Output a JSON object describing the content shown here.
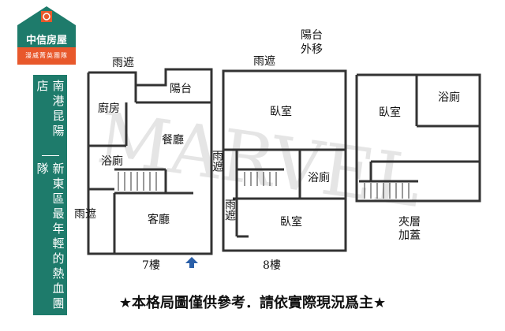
{
  "brand": {
    "name": "中信房屋",
    "team": "漫威菁英團隊",
    "store": "南港昆陽店",
    "slogan": "新東區最年輕的熱血團隊",
    "teal": "#1e7b6b",
    "orange": "#e8582b"
  },
  "watermark": "MARVEL",
  "floor7": {
    "title": "7樓",
    "rooms": {
      "canopy_top": "雨遮",
      "balcony": "陽台",
      "kitchen": "廚房",
      "dining": "餐廳",
      "bathroom": "浴廁",
      "canopy_left": "雨遮",
      "living": "客廳"
    },
    "entrance_icon": "arrow-up-icon"
  },
  "floor8": {
    "title": "8樓",
    "balcony_note": [
      "陽台",
      "外移"
    ],
    "rooms": {
      "canopy_top": "雨遮",
      "bedroom_top": "臥室",
      "canopy_left": "雨遮",
      "bathroom": "浴廁",
      "canopy_left2": "雨遮",
      "bedroom_bottom": "臥室"
    }
  },
  "loft": {
    "title": [
      "夾層",
      "加蓋"
    ],
    "rooms": {
      "bedroom": "臥室",
      "bathroom": "浴廁"
    }
  },
  "footer": "★本格局圖僅供參考．請依實際現況爲主★"
}
